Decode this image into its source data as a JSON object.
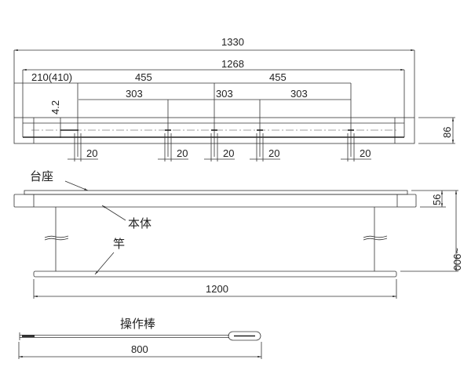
{
  "top_view": {
    "dim_overall": "1330",
    "dim_inner": "1268",
    "dim_end": "210(410)",
    "dim_span_1": "455",
    "dim_span_2": "455",
    "dim_pitch_1": "303",
    "dim_pitch_2": "303",
    "dim_pitch_3": "303",
    "dim_offset": "4.2",
    "dim_height": "86",
    "dim_hole": "20"
  },
  "side_view": {
    "label_base": "台座",
    "label_body": "本体",
    "label_pole": "竿",
    "dim_body_height": "56",
    "dim_drop": "~900",
    "dim_pole_length": "1200"
  },
  "rod_view": {
    "label_rod": "操作棒",
    "dim_rod_length": "800"
  },
  "colors": {
    "line": "#333333",
    "background": "#ffffff"
  }
}
